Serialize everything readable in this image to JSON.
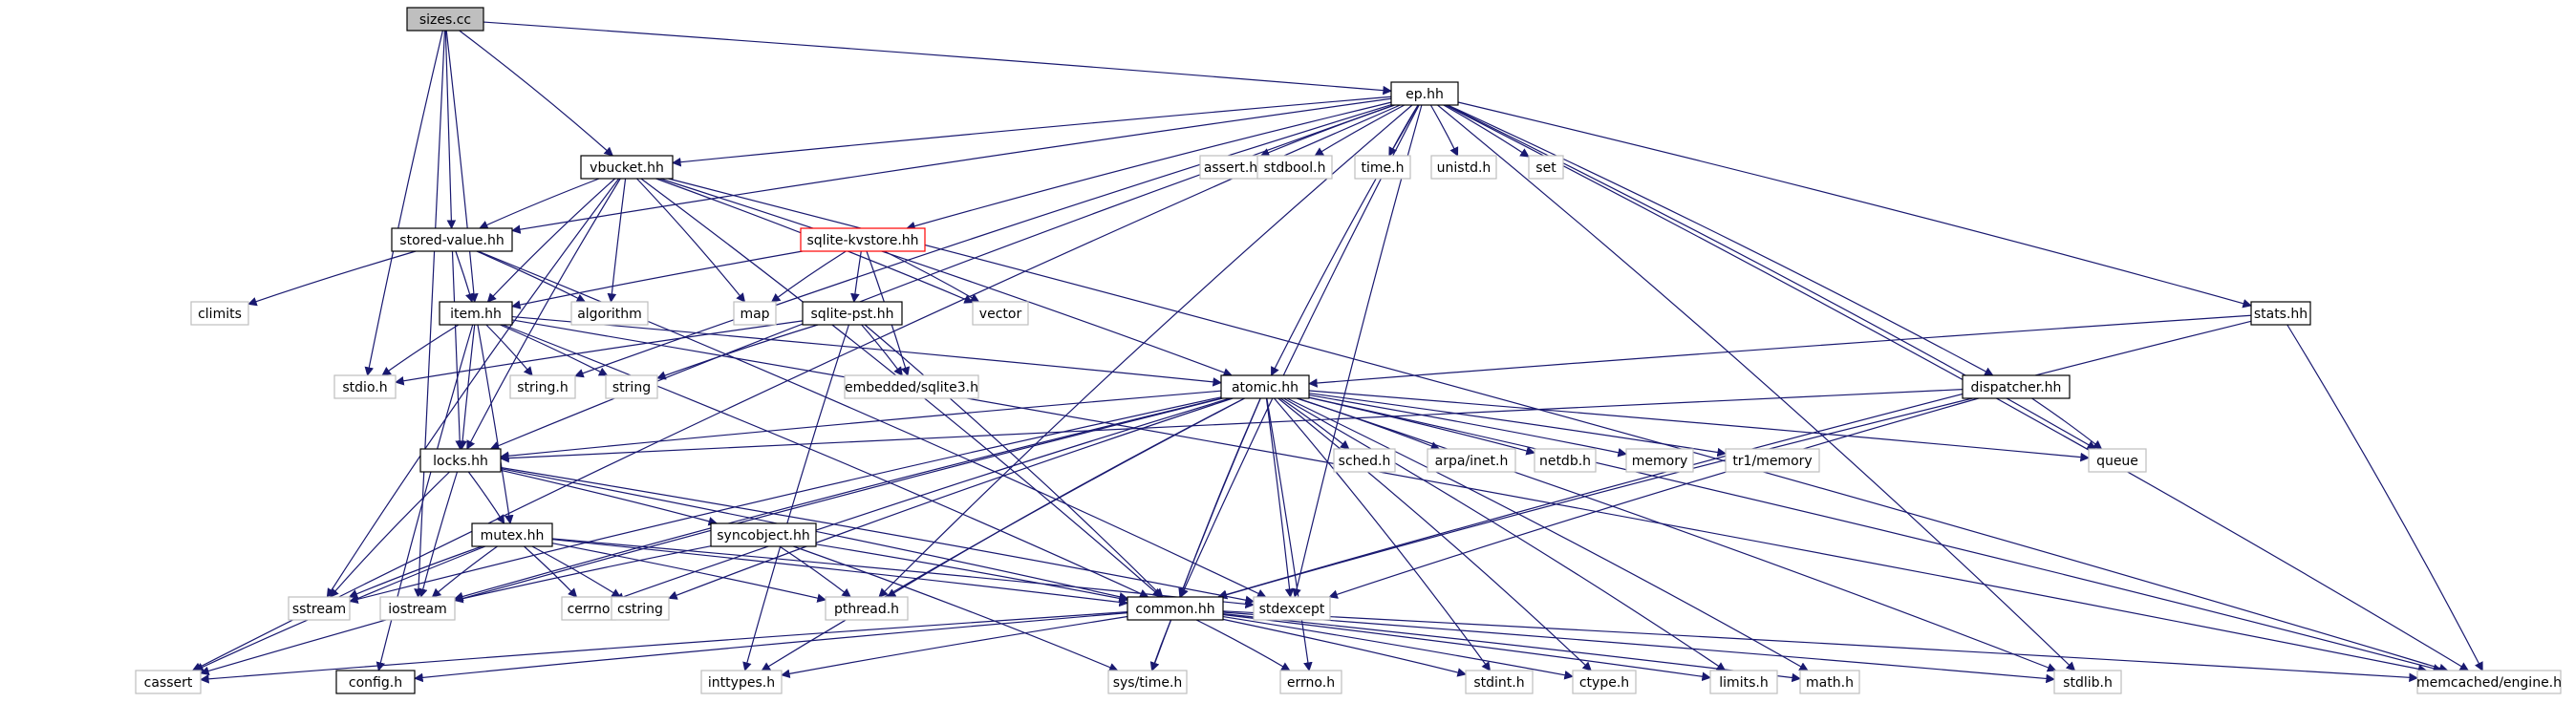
{
  "graph": {
    "nodes": [
      {
        "id": "sizes",
        "label": "sizes.cc",
        "style": "root"
      },
      {
        "id": "ep",
        "label": "ep.hh",
        "style": "internal"
      },
      {
        "id": "vbucket",
        "label": "vbucket.hh",
        "style": "internal"
      },
      {
        "id": "assert",
        "label": "assert.h",
        "style": "external"
      },
      {
        "id": "stdbool",
        "label": "stdbool.h",
        "style": "external"
      },
      {
        "id": "time",
        "label": "time.h",
        "style": "external"
      },
      {
        "id": "unistd",
        "label": "unistd.h",
        "style": "external"
      },
      {
        "id": "set",
        "label": "set",
        "style": "external"
      },
      {
        "id": "storedvalue",
        "label": "stored-value.hh",
        "style": "internal"
      },
      {
        "id": "sqlitekv",
        "label": "sqlite-kvstore.hh",
        "style": "highlight"
      },
      {
        "id": "climits",
        "label": "climits",
        "style": "external"
      },
      {
        "id": "item",
        "label": "item.hh",
        "style": "internal"
      },
      {
        "id": "algorithm",
        "label": "algorithm",
        "style": "external"
      },
      {
        "id": "map",
        "label": "map",
        "style": "external"
      },
      {
        "id": "sqlitepst",
        "label": "sqlite-pst.hh",
        "style": "internal"
      },
      {
        "id": "vector",
        "label": "vector",
        "style": "external"
      },
      {
        "id": "stats",
        "label": "stats.hh",
        "style": "internal"
      },
      {
        "id": "stdio",
        "label": "stdio.h",
        "style": "external"
      },
      {
        "id": "stringh",
        "label": "string.h",
        "style": "external"
      },
      {
        "id": "string",
        "label": "string",
        "style": "external"
      },
      {
        "id": "embsqlite",
        "label": "embedded/sqlite3.h",
        "style": "external"
      },
      {
        "id": "atomic",
        "label": "atomic.hh",
        "style": "internal"
      },
      {
        "id": "dispatcher",
        "label": "dispatcher.hh",
        "style": "internal"
      },
      {
        "id": "locks",
        "label": "locks.hh",
        "style": "internal"
      },
      {
        "id": "sched",
        "label": "sched.h",
        "style": "external"
      },
      {
        "id": "arpa",
        "label": "arpa/inet.h",
        "style": "external"
      },
      {
        "id": "netdb",
        "label": "netdb.h",
        "style": "external"
      },
      {
        "id": "memory",
        "label": "memory",
        "style": "external"
      },
      {
        "id": "tr1memory",
        "label": "tr1/memory",
        "style": "external"
      },
      {
        "id": "queue",
        "label": "queue",
        "style": "external"
      },
      {
        "id": "mutex",
        "label": "mutex.hh",
        "style": "internal"
      },
      {
        "id": "syncobject",
        "label": "syncobject.hh",
        "style": "internal"
      },
      {
        "id": "sstream",
        "label": "sstream",
        "style": "external"
      },
      {
        "id": "iostream",
        "label": "iostream",
        "style": "external"
      },
      {
        "id": "cerrno",
        "label": "cerrno",
        "style": "external"
      },
      {
        "id": "cstring",
        "label": "cstring",
        "style": "external"
      },
      {
        "id": "pthread",
        "label": "pthread.h",
        "style": "external"
      },
      {
        "id": "common",
        "label": "common.hh",
        "style": "internal"
      },
      {
        "id": "stdexcept",
        "label": "stdexcept",
        "style": "external"
      },
      {
        "id": "cassert",
        "label": "cassert",
        "style": "external"
      },
      {
        "id": "config",
        "label": "config.h",
        "style": "internal"
      },
      {
        "id": "inttypes",
        "label": "inttypes.h",
        "style": "external"
      },
      {
        "id": "systime",
        "label": "sys/time.h",
        "style": "external"
      },
      {
        "id": "errno",
        "label": "errno.h",
        "style": "external"
      },
      {
        "id": "stdint",
        "label": "stdint.h",
        "style": "external"
      },
      {
        "id": "ctype",
        "label": "ctype.h",
        "style": "external"
      },
      {
        "id": "limits",
        "label": "limits.h",
        "style": "external"
      },
      {
        "id": "math",
        "label": "math.h",
        "style": "external"
      },
      {
        "id": "stdlib",
        "label": "stdlib.h",
        "style": "external"
      },
      {
        "id": "memcached",
        "label": "memcached/engine.h",
        "style": "external"
      }
    ],
    "edges": [
      [
        "sizes",
        "ep"
      ],
      [
        "sizes",
        "vbucket"
      ],
      [
        "sizes",
        "storedvalue"
      ],
      [
        "sizes",
        "item"
      ],
      [
        "sizes",
        "stdio"
      ],
      [
        "sizes",
        "iostream"
      ],
      [
        "ep",
        "assert"
      ],
      [
        "ep",
        "stdbool"
      ],
      [
        "ep",
        "time"
      ],
      [
        "ep",
        "unistd"
      ],
      [
        "ep",
        "set"
      ],
      [
        "ep",
        "vbucket"
      ],
      [
        "ep",
        "storedvalue"
      ],
      [
        "ep",
        "sqlitekv"
      ],
      [
        "ep",
        "stats"
      ],
      [
        "ep",
        "dispatcher"
      ],
      [
        "ep",
        "atomic"
      ],
      [
        "ep",
        "locks"
      ],
      [
        "ep",
        "queue"
      ],
      [
        "ep",
        "stringh"
      ],
      [
        "ep",
        "pthread"
      ],
      [
        "ep",
        "stdexcept"
      ],
      [
        "ep",
        "cassert"
      ],
      [
        "ep",
        "stdlib"
      ],
      [
        "ep",
        "memcached"
      ],
      [
        "ep",
        "common"
      ],
      [
        "vbucket",
        "storedvalue"
      ],
      [
        "vbucket",
        "item"
      ],
      [
        "vbucket",
        "algorithm"
      ],
      [
        "vbucket",
        "map"
      ],
      [
        "vbucket",
        "vector"
      ],
      [
        "vbucket",
        "atomic"
      ],
      [
        "vbucket",
        "common"
      ],
      [
        "vbucket",
        "sstream"
      ],
      [
        "vbucket",
        "memcached"
      ],
      [
        "vbucket",
        "locks"
      ],
      [
        "storedvalue",
        "climits"
      ],
      [
        "storedvalue",
        "item"
      ],
      [
        "storedvalue",
        "algorithm"
      ],
      [
        "storedvalue",
        "locks"
      ],
      [
        "storedvalue",
        "stdexcept"
      ],
      [
        "sqlitekv",
        "item"
      ],
      [
        "sqlitekv",
        "map"
      ],
      [
        "sqlitekv",
        "vector"
      ],
      [
        "sqlitekv",
        "sqlitepst"
      ],
      [
        "sqlitekv",
        "embsqlite"
      ],
      [
        "sqlitepst",
        "stdio"
      ],
      [
        "sqlitepst",
        "string"
      ],
      [
        "sqlitepst",
        "embsqlite"
      ],
      [
        "sqlitepst",
        "common"
      ],
      [
        "sqlitepst",
        "inttypes"
      ],
      [
        "item",
        "stdio"
      ],
      [
        "item",
        "stringh"
      ],
      [
        "item",
        "string"
      ],
      [
        "item",
        "atomic"
      ],
      [
        "item",
        "locks"
      ],
      [
        "item",
        "mutex"
      ],
      [
        "item",
        "config"
      ],
      [
        "item",
        "memcached"
      ],
      [
        "item",
        "common"
      ],
      [
        "stats",
        "atomic"
      ],
      [
        "stats",
        "common"
      ],
      [
        "stats",
        "memcached"
      ],
      [
        "dispatcher",
        "queue"
      ],
      [
        "dispatcher",
        "locks"
      ],
      [
        "dispatcher",
        "common"
      ],
      [
        "dispatcher",
        "stdexcept"
      ],
      [
        "atomic",
        "locks"
      ],
      [
        "atomic",
        "sched"
      ],
      [
        "atomic",
        "arpa"
      ],
      [
        "atomic",
        "netdb"
      ],
      [
        "atomic",
        "memory"
      ],
      [
        "atomic",
        "tr1memory"
      ],
      [
        "atomic",
        "queue"
      ],
      [
        "atomic",
        "sstream"
      ],
      [
        "atomic",
        "iostream"
      ],
      [
        "atomic",
        "cerrno"
      ],
      [
        "atomic",
        "cstring"
      ],
      [
        "atomic",
        "pthread"
      ],
      [
        "atomic",
        "common"
      ],
      [
        "atomic",
        "stdexcept"
      ],
      [
        "atomic",
        "cassert"
      ],
      [
        "atomic",
        "inttypes"
      ],
      [
        "atomic",
        "systime"
      ],
      [
        "atomic",
        "errno"
      ],
      [
        "atomic",
        "stdint"
      ],
      [
        "atomic",
        "ctype"
      ],
      [
        "atomic",
        "limits"
      ],
      [
        "atomic",
        "math"
      ],
      [
        "atomic",
        "stdlib"
      ],
      [
        "atomic",
        "memcached"
      ],
      [
        "locks",
        "mutex"
      ],
      [
        "locks",
        "syncobject"
      ],
      [
        "locks",
        "sstream"
      ],
      [
        "locks",
        "iostream"
      ],
      [
        "locks",
        "common"
      ],
      [
        "locks",
        "stdexcept"
      ],
      [
        "mutex",
        "sstream"
      ],
      [
        "mutex",
        "iostream"
      ],
      [
        "mutex",
        "cerrno"
      ],
      [
        "mutex",
        "cstring"
      ],
      [
        "mutex",
        "pthread"
      ],
      [
        "mutex",
        "common"
      ],
      [
        "mutex",
        "stdexcept"
      ],
      [
        "mutex",
        "cassert"
      ],
      [
        "syncobject",
        "iostream"
      ],
      [
        "syncobject",
        "pthread"
      ],
      [
        "syncobject",
        "common"
      ],
      [
        "syncobject",
        "systime"
      ],
      [
        "common",
        "cassert"
      ],
      [
        "common",
        "config"
      ],
      [
        "common",
        "inttypes"
      ],
      [
        "common",
        "systime"
      ],
      [
        "common",
        "errno"
      ],
      [
        "common",
        "stdint"
      ],
      [
        "common",
        "ctype"
      ],
      [
        "common",
        "limits"
      ],
      [
        "common",
        "math"
      ],
      [
        "common",
        "stdlib"
      ],
      [
        "common",
        "memcached"
      ]
    ]
  }
}
